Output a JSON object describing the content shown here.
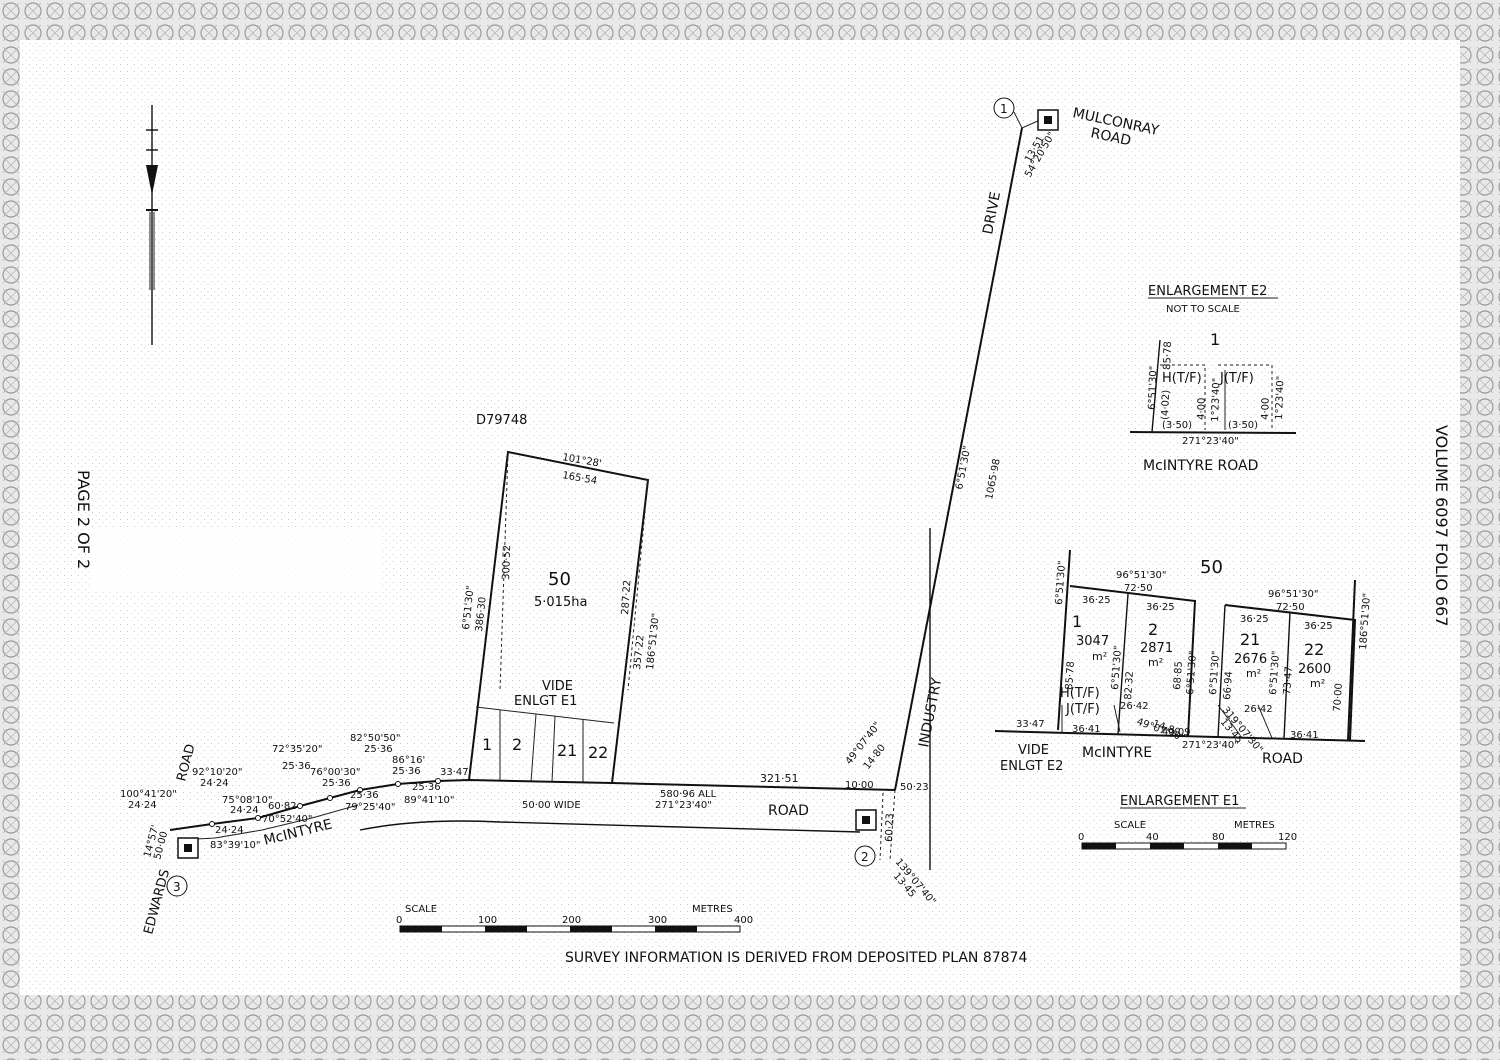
{
  "page_label": "PAGE 2 OF 2",
  "volume_folio": "VOLUME 6097  FOLIO 667",
  "north_symbol": "north-arrow-icon",
  "survey_note": "SURVEY INFORMATION IS DERIVED FROM DEPOSITED PLAN 87874",
  "main_plan": {
    "adjacent_plan": "D79748",
    "lot": "50",
    "area": "5·015ha",
    "vide": "VIDE",
    "enlgt": "ENLGT E1",
    "small_lots": [
      "1",
      "2",
      "21",
      "22"
    ],
    "boundary_top_bearing": "101°28'",
    "boundary_top_dist": "165·54",
    "left_bearing": "6°51'30\"",
    "left_dist": "386·30",
    "left_inner_dist": "300·52",
    "right_inner_dist": "287·22",
    "right_dist": "357·22",
    "right_bearing": "186°51'30\"",
    "road_frontage": "321·51",
    "road_all": "580·96 ALL",
    "road_bearing": "271°23'40\"",
    "road_width": "50·00 WIDE",
    "road_name_left": "McINTYRE",
    "road_name_right": "ROAD",
    "frontage_left": "33·47",
    "industry_drive": "INDUSTRY",
    "drive": "DRIVE",
    "drive_bearing": "6°51'30\"",
    "drive_dist": "1065·98",
    "mulconray": "MULCONRAY",
    "mulconray_road": "ROAD",
    "edwards": "EDWARDS",
    "edwards_road": "ROAD",
    "mark_1": "1",
    "mark_2": "2",
    "mark_3": "3",
    "m1_dist": "13·51",
    "m1_bearing": "54°20'50\"",
    "m2_dist": "60·23",
    "m2_bearing": "139°07'40\"",
    "m2_small": "13·45",
    "junction_b": "49°07'40\"",
    "junction_d": "14·80",
    "junction_10": "10·00",
    "junction_5023": "50·23",
    "m3_dist": "50·00",
    "m3_bearing": "14°57'",
    "traverse": [
      {
        "b": "100°41'20\"",
        "d": "24·24"
      },
      {
        "b": "92°10'20\"",
        "d": "24·24"
      },
      {
        "b": "75°08'10\"",
        "d": "24·24"
      },
      {
        "b": "83°39'10\"",
        "d": "24·24"
      },
      {
        "b": "72°35'20\"",
        "d": "25·36"
      },
      {
        "b": "70°52'40\"",
        "d": "60·82"
      },
      {
        "b": "76°00'30\"",
        "d": "25·36"
      },
      {
        "b": "79°25'40\"",
        "d": "25·36"
      },
      {
        "b": "82°50'50\"",
        "d": "25·36"
      },
      {
        "b": "86°16'",
        "d": "25·36"
      },
      {
        "b": "89°41'10\"",
        "d": "25·36"
      }
    ],
    "scale": {
      "label": "SCALE",
      "units": "METRES",
      "ticks": [
        "0",
        "100",
        "200",
        "300",
        "400"
      ]
    }
  },
  "enlargement_e2": {
    "title": "ENLARGEMENT E2",
    "subtitle": "NOT  TO  SCALE",
    "lot": "1",
    "h": "H(T/F)",
    "j": "J(T/F)",
    "d1": "85·78",
    "b1": "6°51'30\"",
    "d2": "(4·02)",
    "d3": "4·00",
    "b3": "1°23'40\"",
    "d4": "(3·50)",
    "d5": "(3·50)",
    "d6": "4·00",
    "b6": "1°23'40\"",
    "base_bearing": "271°23'40\"",
    "road": "McINTYRE     ROAD"
  },
  "enlargement_e1": {
    "title": "ENLARGEMENT E1",
    "lot50": "50",
    "lots": [
      {
        "n": "1",
        "area": "3047",
        "unit": "m²"
      },
      {
        "n": "2",
        "area": "2871",
        "unit": "m²"
      },
      {
        "n": "21",
        "area": "2676",
        "unit": "m²"
      },
      {
        "n": "22",
        "area": "2600",
        "unit": "m²"
      }
    ],
    "top_bearing_l": "96°51'30\"",
    "top_dist_l": "72·50",
    "top_bearing_r": "96°51'30\"",
    "top_dist_r": "72·50",
    "w1": "36·25",
    "w2": "36·25",
    "w3": "36·25",
    "w4": "36·25",
    "left_b": "6°51'30\"",
    "d_8578": "85·78",
    "b_inner1": "6°51'30\"",
    "d_8232": "82·32",
    "d_6885": "68·85",
    "b_inner2": "6°51'30\"",
    "b_inner3": "6°51'30\"",
    "d_6694": "66·94",
    "b_inner4": "6°51'30\"",
    "d_7347": "73·47",
    "d_7000": "70·00",
    "right_b": "186°51'30\"",
    "h": "H(T/F)",
    "j": "J(T/F)",
    "d_2642a": "26·42",
    "b_4907": "49°07'30\"",
    "d_1480": "14·80",
    "b_3190": "319°07'30\"",
    "d_1345": "13·45",
    "d_2642b": "26·42",
    "f_3347": "33·47",
    "f_3641a": "36·41",
    "f_4009": "40·09",
    "f_3641b": "36·41",
    "base_bearing": "271°23'40\"",
    "vide": "VIDE",
    "enlgt": "ENLGT E2",
    "road": "McINTYRE",
    "road2": "ROAD",
    "scale": {
      "label": "SCALE",
      "units": "METRES",
      "ticks": [
        "0",
        "40",
        "80",
        "120"
      ]
    }
  }
}
